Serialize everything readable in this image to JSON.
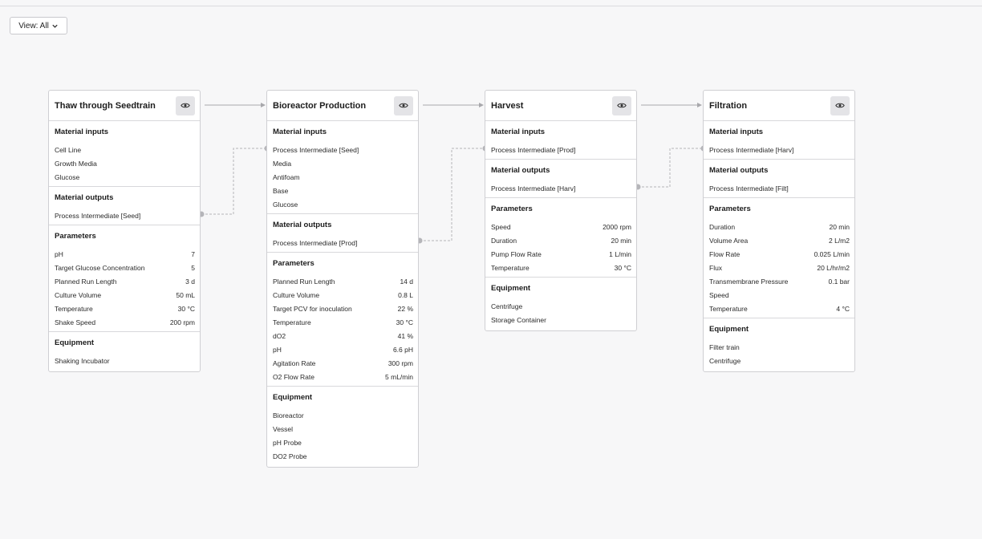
{
  "view_button": {
    "label": "View: All",
    "icon": "chevron-down-icon"
  },
  "colors": {
    "connector": "#b5b5b9",
    "arrow": "#a8a8ac",
    "card_border": "#cfcfd3"
  },
  "cards": [
    {
      "title": "Thaw through Seedtrain",
      "inputs_title": "Material inputs",
      "inputs": [
        "Cell Line",
        "Growth Media",
        "Glucose"
      ],
      "outputs_title": "Material outputs",
      "outputs": [
        "Process Intermediate [Seed]"
      ],
      "params_title": "Parameters",
      "params": [
        {
          "name": "pH",
          "value": "7"
        },
        {
          "name": "Target Glucose Concentration",
          "value": "5"
        },
        {
          "name": "Planned Run Length",
          "value": "3 d"
        },
        {
          "name": "Culture Volume",
          "value": "50 mL"
        },
        {
          "name": "Temperature",
          "value": "30 °C"
        },
        {
          "name": "Shake Speed",
          "value": "200 rpm"
        }
      ],
      "equip_title": "Equipment",
      "equipment": [
        "Shaking Incubator"
      ]
    },
    {
      "title": "Bioreactor Production",
      "inputs_title": "Material inputs",
      "inputs": [
        "Process Intermediate [Seed]",
        "Media",
        "Antifoam",
        "Base",
        "Glucose"
      ],
      "outputs_title": "Material outputs",
      "outputs": [
        "Process Intermediate [Prod]"
      ],
      "params_title": "Parameters",
      "params": [
        {
          "name": "Planned Run Length",
          "value": "14 d"
        },
        {
          "name": "Culture Volume",
          "value": "0.8 L"
        },
        {
          "name": "Target PCV for inoculation",
          "value": "22 %"
        },
        {
          "name": "Temperature",
          "value": "30 °C"
        },
        {
          "name": "dO2",
          "value": "41 %"
        },
        {
          "name": "pH",
          "value": "6.6 pH"
        },
        {
          "name": "Agitation Rate",
          "value": "300 rpm"
        },
        {
          "name": "O2 Flow Rate",
          "value": "5 mL/min"
        }
      ],
      "equip_title": "Equipment",
      "equipment": [
        "Bioreactor",
        "Vessel",
        "pH Probe",
        "DO2 Probe"
      ]
    },
    {
      "title": "Harvest",
      "inputs_title": "Material inputs",
      "inputs": [
        "Process Intermediate [Prod]"
      ],
      "outputs_title": "Material outputs",
      "outputs": [
        "Process Intermediate [Harv]"
      ],
      "params_title": "Parameters",
      "params": [
        {
          "name": "Speed",
          "value": "2000 rpm"
        },
        {
          "name": "Duration",
          "value": "20 min"
        },
        {
          "name": "Pump Flow Rate",
          "value": "1 L/min"
        },
        {
          "name": "Temperature",
          "value": "30 °C"
        }
      ],
      "equip_title": "Equipment",
      "equipment": [
        "Centrifuge",
        "Storage Container"
      ]
    },
    {
      "title": "Filtration",
      "inputs_title": "Material inputs",
      "inputs": [
        "Process Intermediate [Harv]"
      ],
      "outputs_title": "Material outputs",
      "outputs": [
        "Process Intermediate [Filt]"
      ],
      "params_title": "Parameters",
      "params": [
        {
          "name": "Duration",
          "value": "20 min"
        },
        {
          "name": "Volume Area",
          "value": "2 L/m2"
        },
        {
          "name": "Flow Rate",
          "value": "0.025 L/min"
        },
        {
          "name": "Flux",
          "value": "20 L/hr/m2"
        },
        {
          "name": "Transmembrane Pressure",
          "value": "0.1 bar"
        },
        {
          "name": "Speed",
          "value": ""
        },
        {
          "name": "Temperature",
          "value": "4 °C"
        }
      ],
      "equip_title": "Equipment",
      "equipment": [
        "Filter train",
        "Centrifuge"
      ]
    }
  ]
}
